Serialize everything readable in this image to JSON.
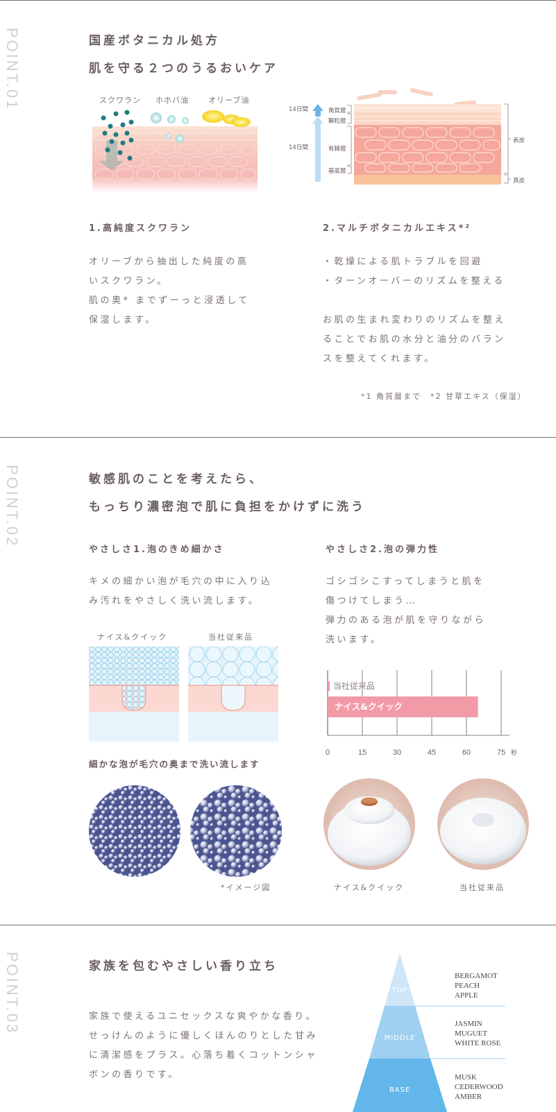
{
  "point01": {
    "label": "POINT.01",
    "title_lines": [
      "国産ボタニカル処方",
      "肌を守る２つのうるおいケア"
    ],
    "ingredients": [
      "スクワラン",
      "ホホバ油",
      "オリーブ油"
    ],
    "skin_labels": {
      "days_top": "14日間",
      "days_bottom": "14日間",
      "layer1": "角質層",
      "layer2": "顆粒層",
      "layer3": "有棘層",
      "layer4": "基底層",
      "epidermis": "表皮",
      "dermis": "真皮"
    },
    "feature1": {
      "title": "1.高純度スクワラン",
      "lines": [
        "オリーブから抽出した純度の高",
        "いスクワラン。",
        "肌の奥* までずーっと浸透して",
        "保湿します。"
      ]
    },
    "feature2": {
      "title": "2.マルチボタニカルエキス*²",
      "bullets": [
        "・乾燥による肌トラブルを回避",
        "・ターンオーバーのリズムを整える"
      ],
      "lines": [
        "お肌の生まれ変わりのリズムを整え",
        "ることでお肌の水分と油分のバラン",
        "スを整えてくれます。"
      ]
    },
    "footnote": "*1 角質層まで　*2 甘草エキス（保湿）"
  },
  "point02": {
    "label": "POINT.02",
    "title_lines": [
      "敏感肌のことを考えたら、",
      "もっちり濃密泡で肌に負担をかけずに洗う"
    ],
    "gentle1": {
      "title": "やさしさ1.泡のきめ細かさ",
      "lines": [
        "キメの細かい泡が毛穴の中に入り込",
        "み汚れをやさしく洗い流します。"
      ],
      "compare_labels": [
        "ナイス&クイック",
        "当社従来品"
      ],
      "caption": "細かな泡が毛穴の奥まで洗い流します",
      "image_note": "*イメージ図"
    },
    "gentle2": {
      "title": "やさしさ2.泡の弾力性",
      "lines": [
        "ゴシゴシこすってしまうと肌を",
        "傷つけてしまう…",
        "弾力のある泡が肌を守りながら",
        "洗います。"
      ],
      "photo_labels": [
        "ナイス&クイック",
        "当社従来品"
      ]
    }
  },
  "chart_data": {
    "type": "bar",
    "orientation": "horizontal",
    "categories": [
      "当社従来品",
      "ナイス&クイック"
    ],
    "values": [
      0.5,
      65
    ],
    "xlim": [
      0,
      75
    ],
    "x_ticks": [
      "0",
      "15",
      "30",
      "45",
      "60",
      "75"
    ],
    "x_unit": "秒",
    "grid": true,
    "bar_color": "#f39aa7",
    "title": "",
    "xlabel": "",
    "ylabel": ""
  },
  "point03": {
    "label": "POINT.03",
    "title": "家族を包むやさしい香り立ち",
    "lines": [
      "家族で使えるユニセックスな爽やかな香り。",
      "せっけんのように優しくほんのりとした甘み",
      "に清潔感をプラス。心落ち着くコットンシャ",
      "ボンの香りです。"
    ],
    "pyramid": [
      {
        "tier": "TOP",
        "notes": [
          "BERGAMOT",
          "PEACH",
          "APPLE"
        ],
        "color": "#cfe6f8"
      },
      {
        "tier": "MIDDLE",
        "notes": [
          "JASMIN",
          "MUGUET",
          "WHITE ROSE"
        ],
        "color": "#9fd0f1"
      },
      {
        "tier": "BASE",
        "notes": [
          "MUSK",
          "CEDERWOOD",
          "AMBER"
        ],
        "color": "#62b6ea"
      }
    ]
  },
  "colors": {
    "accent_pink": "#f39aa7",
    "skin_pink": "#f4a79a",
    "foam_blue": "#4a5590",
    "pyramid_base": "#62b6ea"
  }
}
